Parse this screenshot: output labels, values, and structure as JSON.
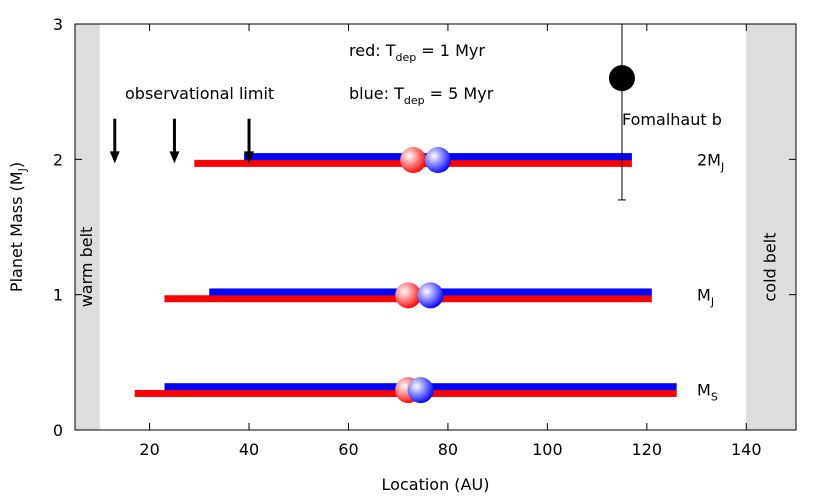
{
  "chart_data": {
    "type": "scatter",
    "xlabel": "Location (AU)",
    "ylabel_main": "Planet Mass (M",
    "ylabel_sub": "J",
    "ylabel_end": ")",
    "xlim": [
      5,
      150
    ],
    "ylim": [
      0,
      3
    ],
    "xticks": [
      20,
      40,
      60,
      80,
      100,
      120,
      140
    ],
    "yticks": [
      0,
      1,
      2,
      3
    ],
    "grid": false,
    "colors": {
      "red": "#ff0000",
      "blue": "#0000ff",
      "belt": "#dddddd"
    },
    "legend_text": [
      {
        "pre": "red: T",
        "sub": "dep",
        "post": " = 1 Myr"
      },
      {
        "pre": "blue: T",
        "sub": "dep",
        "post": " = 5 Myr"
      }
    ],
    "belts": [
      {
        "label": "warm belt",
        "x_from": 5,
        "x_to": 10
      },
      {
        "label": "cold belt",
        "x_from": 140,
        "x_to": 150
      }
    ],
    "series": [
      {
        "name": "red: Tdep = 1 Myr",
        "color": "#ff0000",
        "bars": [
          {
            "y": 1.97,
            "x_from": 29,
            "x_to": 117,
            "center": 73
          },
          {
            "y": 0.97,
            "x_from": 23,
            "x_to": 121,
            "center": 72
          },
          {
            "y": 0.27,
            "x_from": 17,
            "x_to": 126,
            "center": 72
          }
        ]
      },
      {
        "name": "blue: Tdep = 5 Myr",
        "color": "#0000ff",
        "bars": [
          {
            "y": 2.02,
            "x_from": 39,
            "x_to": 117,
            "center": 78
          },
          {
            "y": 1.02,
            "x_from": 32,
            "x_to": 121,
            "center": 76.5
          },
          {
            "y": 0.32,
            "x_from": 23,
            "x_to": 126,
            "center": 74.5
          }
        ]
      }
    ],
    "row_labels": [
      {
        "y": 2.0,
        "pre": "2M",
        "sub": "J"
      },
      {
        "y": 1.0,
        "pre": "M",
        "sub": "J"
      },
      {
        "y": 0.3,
        "pre": "M",
        "sub": "S"
      }
    ],
    "observational_limit": {
      "label": "observational limit",
      "arrow_x": [
        13,
        25,
        40
      ],
      "arrow_top": 2.3,
      "arrow_bottom": 1.97
    },
    "fomalhaut_b": {
      "label": "Fomalhaut b",
      "x": 115,
      "y": 2.6,
      "err_low": 1.7,
      "err_high": 3.0
    }
  }
}
